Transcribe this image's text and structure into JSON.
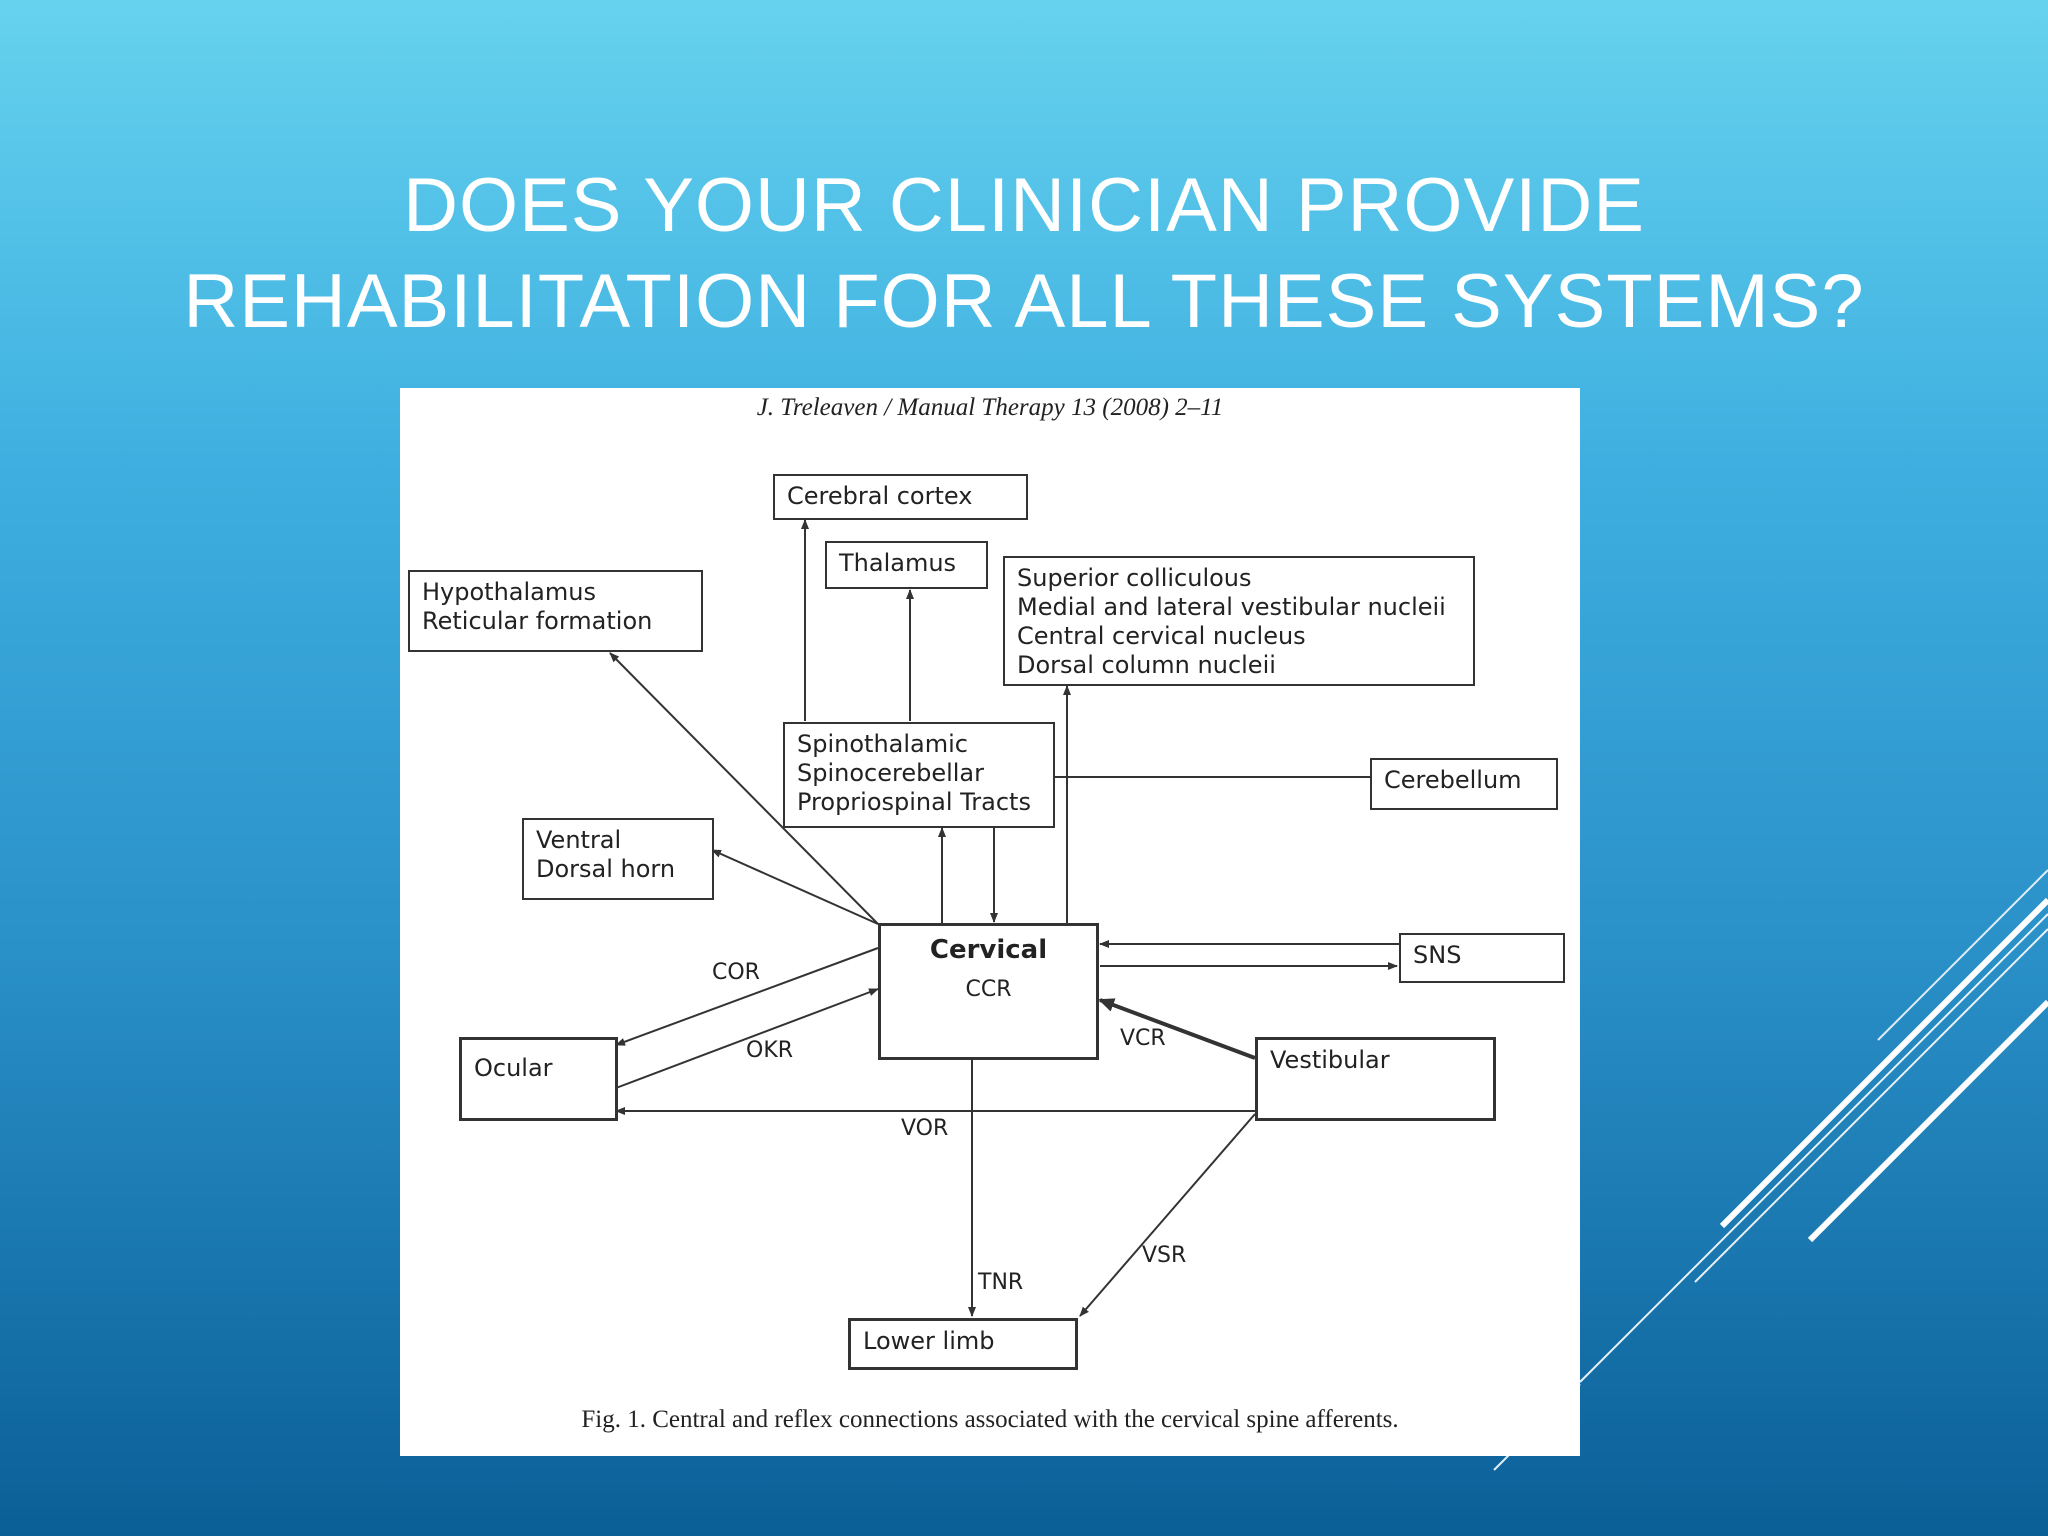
{
  "slide": {
    "title_line1": "DOES YOUR CLINICIAN PROVIDE",
    "title_line2": "REHABILITATION FOR ALL THESE SYSTEMS?"
  },
  "figure": {
    "header": "J. Treleaven / Manual Therapy 13 (2008) 2–11",
    "caption": "Fig. 1.  Central and reflex connections associated with the cervical spine afferents.",
    "nodes": {
      "cerebral_cortex": "Cerebral cortex",
      "thalamus": "Thalamus",
      "hypothalamus": [
        "Hypothalamus",
        "Reticular formation"
      ],
      "superior": [
        "Superior colliculous",
        "Medial and lateral vestibular nucleii",
        "Central cervical nucleus",
        "Dorsal column nucleii"
      ],
      "tracts": [
        "Spinothalamic",
        "Spinocerebellar",
        "Propriospinal Tracts"
      ],
      "cerebellum": "Cerebellum",
      "ventral": [
        "Ventral",
        "Dorsal horn"
      ],
      "cervical": "Cervical",
      "ccr": "CCR",
      "sns": "SNS",
      "ocular": "Ocular",
      "vestibular": "Vestibular",
      "lower_limb": "Lower limb"
    },
    "reflexes": {
      "cor": "COR",
      "okr": "OKR",
      "vcr": "VCR",
      "vor": "VOR",
      "tnr": "TNR",
      "vsr": "VSR"
    }
  },
  "colors": {
    "bg_top": "#66d2ee",
    "bg_bottom": "#0b5f97",
    "line": "#333333"
  }
}
